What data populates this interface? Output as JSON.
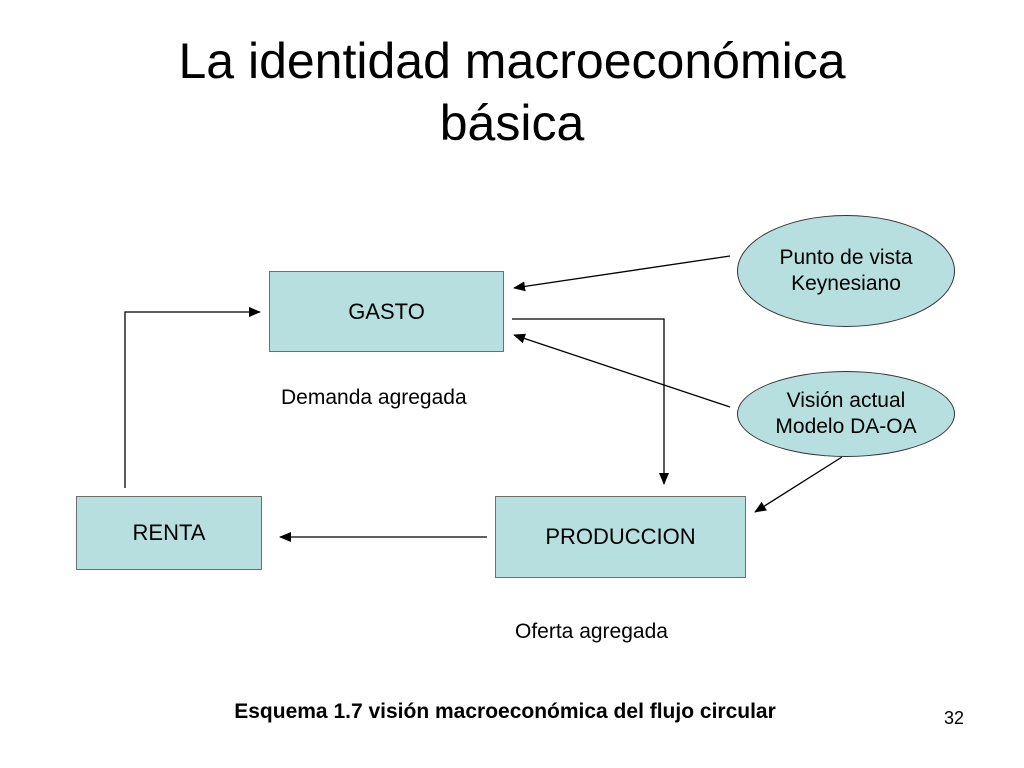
{
  "slide": {
    "title_line1": "La identidad macroeconómica",
    "title_line2": "básica",
    "caption": "Esquema 1.7 visión macroeconómica del flujo circular",
    "page_number": "32"
  },
  "diagram": {
    "boxes": {
      "gasto": "GASTO",
      "renta": "RENTA",
      "produccion": "PRODUCCION"
    },
    "ellipses": {
      "keynesiano_line1": "Punto de vista",
      "keynesiano_line2": "Keynesiano",
      "actual_line1": "Visión actual",
      "actual_line2": "Modelo DA-OA"
    },
    "labels": {
      "demanda": "Demanda agregada",
      "oferta": "Oferta agregada"
    },
    "colors": {
      "box_fill": "#b8dfe0",
      "arrow": "#000000"
    }
  }
}
